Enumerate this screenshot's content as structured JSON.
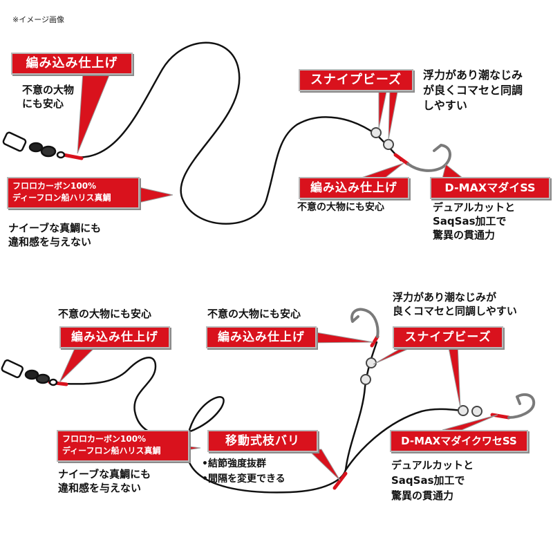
{
  "note": "※イメージ画像",
  "top": {
    "braid_left_label": "編み込み仕上げ",
    "braid_left_desc": [
      "不意の大物",
      "にも安心"
    ],
    "fluoro_label": [
      "フロロカーボン100%",
      "ディーフロン船ハリス真鯛"
    ],
    "fluoro_desc": [
      "ナイーブな真鯛にも",
      "違和感を与えない"
    ],
    "snipe_label": "スナイプビーズ",
    "snipe_desc": [
      "浮力があり潮なじみ",
      "が良くコマセと同調",
      "しやすい"
    ],
    "braid_right_label": "編み込み仕上げ",
    "braid_right_desc": "不意の大物にも安心",
    "hook_label": "D-MAXマダイSS",
    "hook_desc": [
      "デュアルカットと",
      "SaqSas加工で",
      "驚異の貫通力"
    ]
  },
  "bottom": {
    "braid_left_desc": "不意の大物にも安心",
    "braid_left_label": "編み込み仕上げ",
    "braid_mid_desc": "不意の大物にも安心",
    "braid_mid_label": "編み込み仕上げ",
    "snipe_desc": [
      "浮力があり潮なじみが",
      "良くコマセと同調しやすい"
    ],
    "snipe_label": "スナイプビーズ",
    "fluoro_label": [
      "フロロカーボン100%",
      "ディーフロン船ハリス真鯛"
    ],
    "fluoro_desc": [
      "ナイーブな真鯛にも",
      "違和感を与えない"
    ],
    "branch_label": "移動式枝バリ",
    "branch_desc": [
      "•結節強度抜群",
      "•間隔を変更できる"
    ],
    "hook_label": "D-MAXマダイクワセSS",
    "hook_desc": [
      "デュアルカットと",
      "SaqSas加工で",
      "驚異の貫通力"
    ]
  }
}
